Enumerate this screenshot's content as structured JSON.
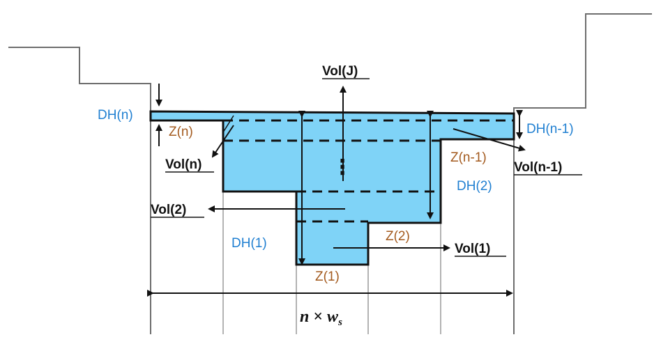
{
  "labels": {
    "vol_j": "Vol(J)",
    "dh_n": "DH(n)",
    "z_n": "Z(n)",
    "vol_n": "Vol(n)",
    "vol_2": "Vol(2)",
    "dh_1": "DH(1)",
    "z_1": "Z(1)",
    "z_2": "Z(2)",
    "vol_1": "Vol(1)",
    "dh_2": "DH(2)",
    "z_n_minus_1": "Z(n-1)",
    "vol_n_minus_1": "Vol(n-1)",
    "dh_n_minus_1": "DH(n-1)",
    "dots": "⋮"
  },
  "formula": {
    "n": "n",
    "times": " × ",
    "w": "w",
    "sub": "s"
  },
  "colors": {
    "water": "#7fd3f7",
    "outline": "#111111",
    "ground": "#6d6d6d",
    "blue_text": "#1f7fd1",
    "brown_text": "#a35a1e"
  }
}
